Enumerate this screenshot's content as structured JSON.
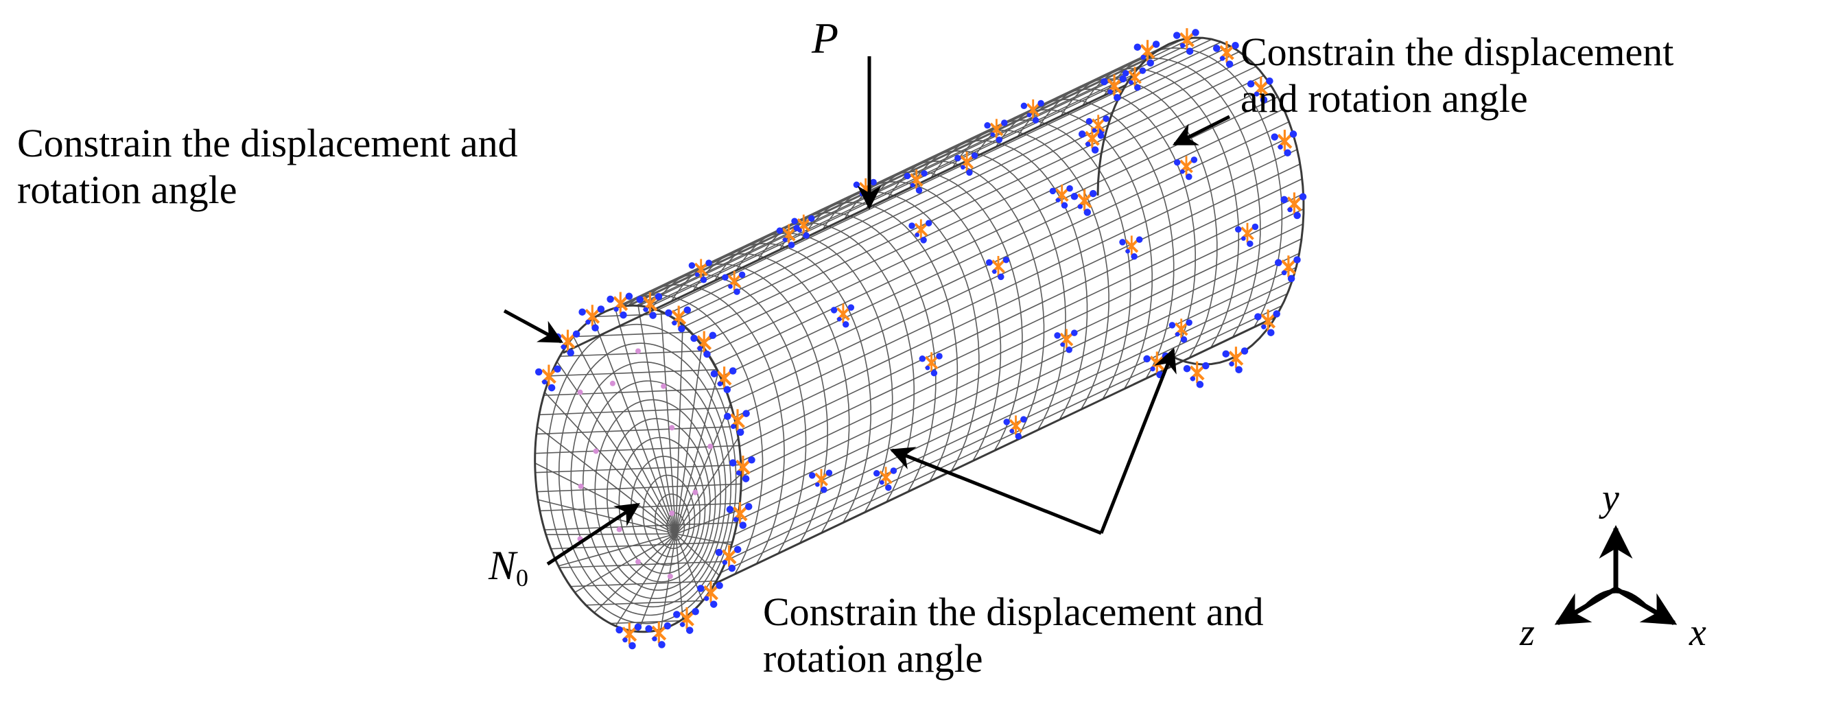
{
  "labels": {
    "top_left_line1": "Constrain  the  displacement  and",
    "top_left_line2": "rotation angle",
    "top_right_line1": "Constrain  the  displacement",
    "top_right_line2": "and rotation angle",
    "bottom_line1": "Constrain  the  displacement  and",
    "bottom_line2": "rotation angle",
    "load_symbol": "P",
    "node_symbol": "N",
    "node_subscript": "0"
  },
  "axes": {
    "x": "x",
    "y": "y",
    "z": "z"
  },
  "colors": {
    "mesh": "#5a5a5a",
    "constraint_blue": "#2233ff",
    "constraint_orange": "#ff8a1a",
    "node_pink": "#d690d6",
    "arrow": "#000000"
  }
}
